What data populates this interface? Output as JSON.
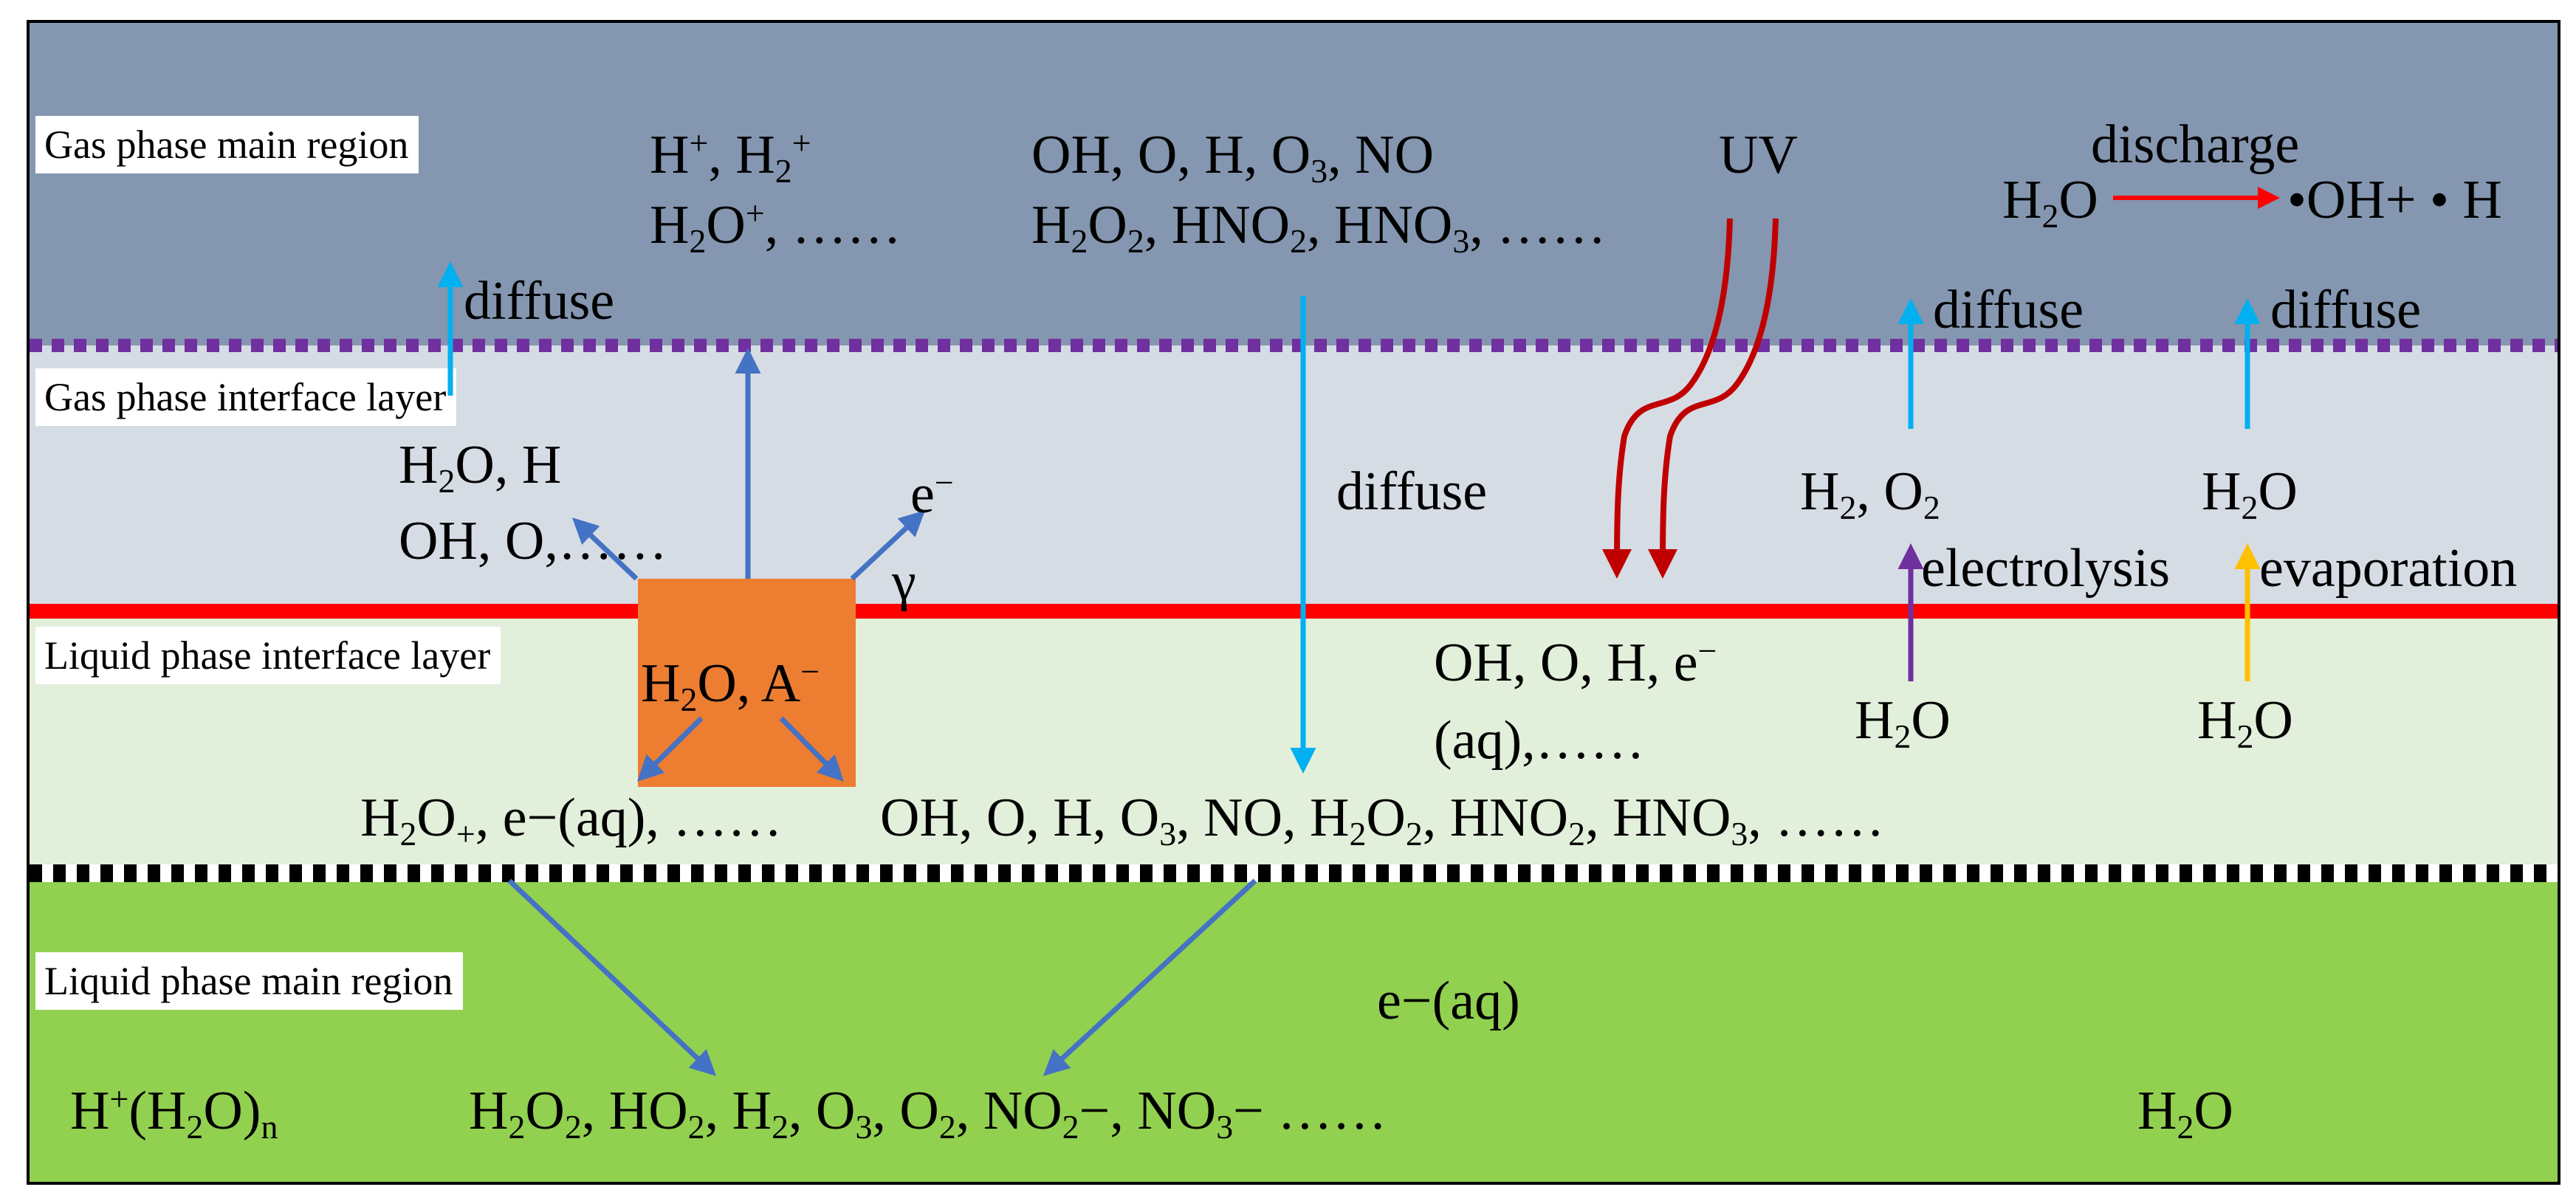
{
  "regions": {
    "gas_main": "Gas phase main region",
    "gas_interface": "Gas phase interface layer",
    "liquid_interface": "Liquid phase interface layer",
    "liquid_main": "Liquid phase main region"
  },
  "labels": {
    "diffuse": "diffuse",
    "electrolysis": "electrolysis",
    "evaporation": "evaporation",
    "discharge": "discharge",
    "uv": "UV",
    "gamma": "γ"
  },
  "colors": {
    "gas_main": "#8496b0",
    "gas_interface": "#d6dce4",
    "liquid_interface": "#e2efda",
    "liquid_main": "#92d050",
    "orange_box": "#ed7d31",
    "interface_red": "#ff0000",
    "dotted_purple": "#7030a0",
    "arrow_blue": "#4472c4",
    "arrow_cyan": "#00b0f0",
    "arrow_dark_red": "#c00000",
    "arrow_purple": "#7030a0",
    "arrow_yellow": "#ffc000"
  },
  "species": {
    "gas_ions_1": {
      "a": "H",
      "a_sup": "+",
      "b": ", H",
      "b_sub": "2",
      "b_sup": "+"
    },
    "gas_ions_2": {
      "a": "H",
      "a_sub": "2",
      "b": "O",
      "b_sup": "+",
      "c": ", ……"
    },
    "gas_neutrals_1": {
      "a": "OH, O, H, O",
      "a_sub": "3",
      "b": ", NO"
    },
    "gas_neutrals_2": {
      "a": "H",
      "a_sub": "2",
      "b": "O",
      "b_sub": "2",
      "c": ", HNO",
      "c_sub": "2",
      "d": ", HNO",
      "d_sub": "3",
      "e": ",  ……"
    },
    "discharge_eq": {
      "a": "H",
      "a_sub": "2",
      "b": "O",
      "c": "•OH+ • H"
    },
    "gi_left_1": {
      "a": "H",
      "a_sub": "2",
      "b": "O, H"
    },
    "gi_left_2": {
      "a": "OH, O,……"
    },
    "electron": {
      "a": "e",
      "a_sup": "−"
    },
    "gi_h2o2": {
      "a": "H",
      "a_sub": "2",
      "b": ", O",
      "b_sub": "2"
    },
    "gi_h2o": {
      "a": "H",
      "a_sub": "2",
      "b": "O"
    },
    "box_species": {
      "a": "H",
      "a_sub": "2",
      "b": "O, A",
      "b_sup": "−"
    },
    "li_radicals_1": {
      "a": "OH, O, H, e",
      "a_sup": "−"
    },
    "li_radicals_2": {
      "a": "(aq),……"
    },
    "li_h2o_left": {
      "a": "H",
      "a_sub": "2",
      "b": "O"
    },
    "li_h2o_right": {
      "a": "H",
      "a_sub": "2",
      "b": "O"
    },
    "li_bottom_left": {
      "a": "H",
      "a_sub": "2",
      "b": "O",
      "b_sub": "+",
      "c": ", e−(aq), ……"
    },
    "li_bottom_right": {
      "a": "OH, O, H, O",
      "a_sub": "3",
      "b": ", NO, H",
      "b_sub": "2",
      "c": "O",
      "c_sub": "2",
      "d": ", HNO",
      "d_sub": "2",
      "e": ", HNO",
      "e_sub": "3",
      "f": ", ……"
    },
    "lm_eaq": {
      "a": "e−(aq)"
    },
    "lm_hydronium": {
      "a": "H",
      "a_sup": "+",
      "b": "(H",
      "b_sub": "2",
      "c": "O)",
      "c_sub": "n"
    },
    "lm_products": {
      "a": "H",
      "a_sub": "2",
      "b": "O",
      "b_sub": "2",
      "c": ", HO",
      "c_sub": "2",
      "d": ", H",
      "d_sub": "2",
      "e": ", O",
      "e_sub": "3",
      "f": ", O",
      "f_sub": "2",
      "g": ", NO",
      "g_sub": "2",
      "h": "−, NO",
      "h_sub": "3",
      "i": "− ……"
    },
    "lm_h2o": {
      "a": "H",
      "a_sub": "2",
      "b": "O"
    }
  }
}
